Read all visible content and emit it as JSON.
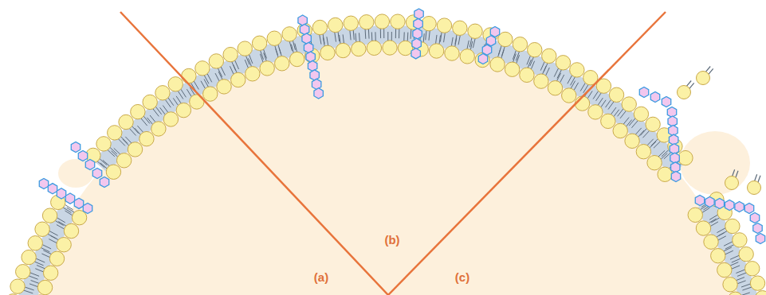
{
  "diagram": {
    "labels": [
      "(b)",
      "(a)",
      "(c)"
    ]
  }
}
